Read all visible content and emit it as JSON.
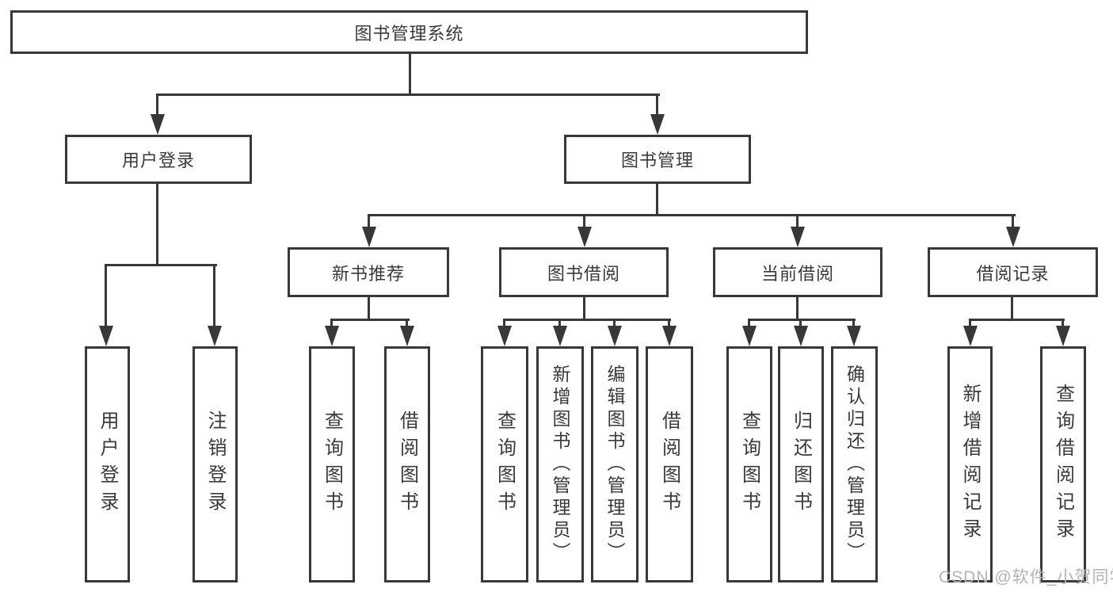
{
  "tree": {
    "label": "图书管理系统",
    "children": [
      {
        "label": "用户登录",
        "children": [
          {
            "label": "用户登录"
          },
          {
            "label": "注销登录"
          }
        ]
      },
      {
        "label": "图书管理",
        "children": [
          {
            "label": "新书推荐",
            "children": [
              {
                "label": "查询图书"
              },
              {
                "label": "借阅图书"
              }
            ]
          },
          {
            "label": "图书借阅",
            "children": [
              {
                "label": "查询图书"
              },
              {
                "label": "新增图书（管理员）"
              },
              {
                "label": "编辑图书（管理员）"
              },
              {
                "label": "借阅图书"
              }
            ]
          },
          {
            "label": "当前借阅",
            "children": [
              {
                "label": "查询图书"
              },
              {
                "label": "归还图书"
              },
              {
                "label": "确认归还（管理员）"
              }
            ]
          },
          {
            "label": "借阅记录",
            "children": [
              {
                "label": "新增借阅记录"
              },
              {
                "label": "查询借阅记录"
              }
            ]
          }
        ]
      }
    ]
  },
  "watermark": {
    "text": "CSDN @软件_小贺同学"
  },
  "colors": {
    "line": "#383838",
    "text": "#3a3a3a",
    "background": "#ffffff",
    "watermark": "#b4b4b4"
  }
}
